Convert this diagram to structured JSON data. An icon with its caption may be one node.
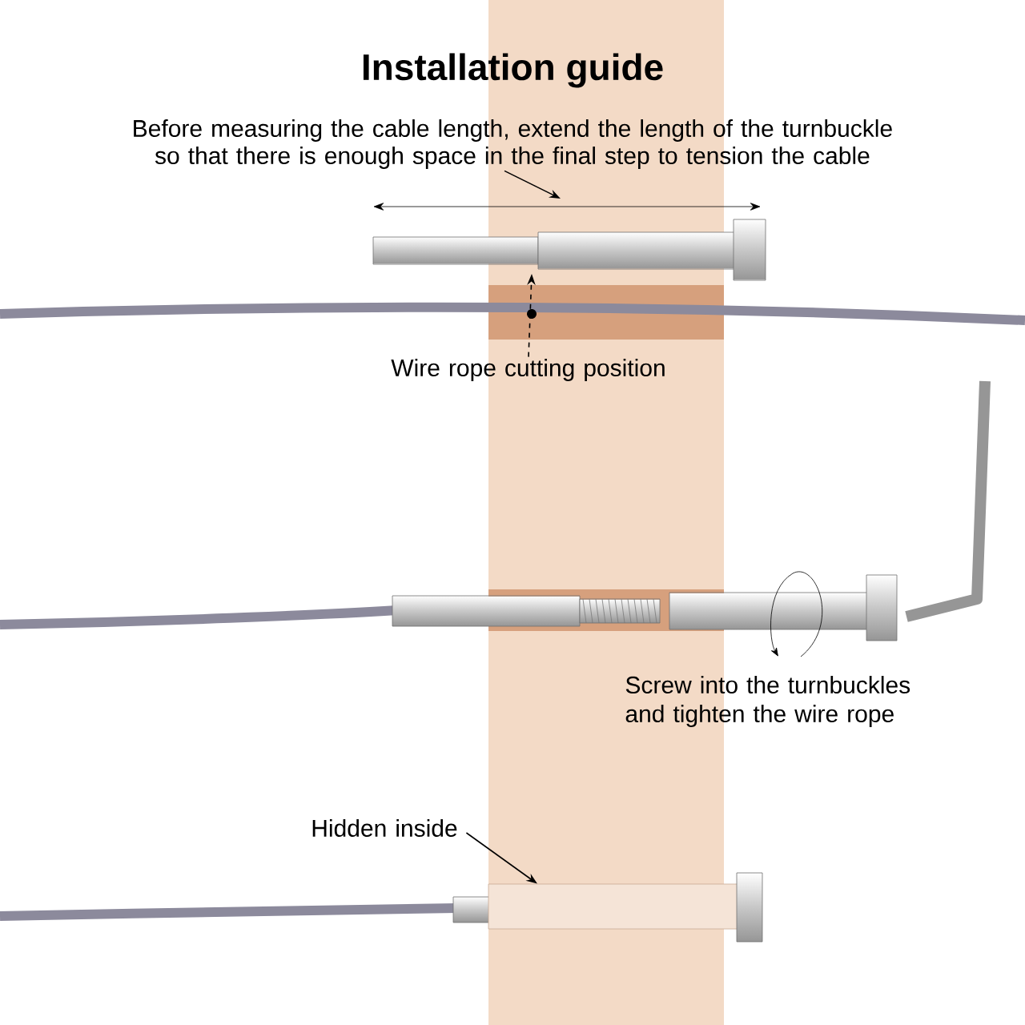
{
  "diagram": {
    "title": "Installation guide",
    "nodes": [
      {
        "text": [
          "Before measuring the cable length, extend the length of the turnbuckle so that there is enough space in the final step to tension the cable"
        ]
      },
      {
        "text": [
          "Wire rope cutting position"
        ]
      },
      {
        "text": [
          "Hidden inside"
        ]
      },
      {
        "text": [],
        "shape": "box"
      }
    ],
    "edges": [
      {
        "from": 0,
        "to": null,
        "arrow": "to"
      },
      {
        "from": 1,
        "to": null,
        "arrow": "to",
        "style": "dashed"
      },
      {
        "from": 2,
        "to": 3,
        "arrow": "to"
      }
    ],
    "labels": [
      "Screw into the turnbuckles and tighten the wire rope"
    ]
  }
}
